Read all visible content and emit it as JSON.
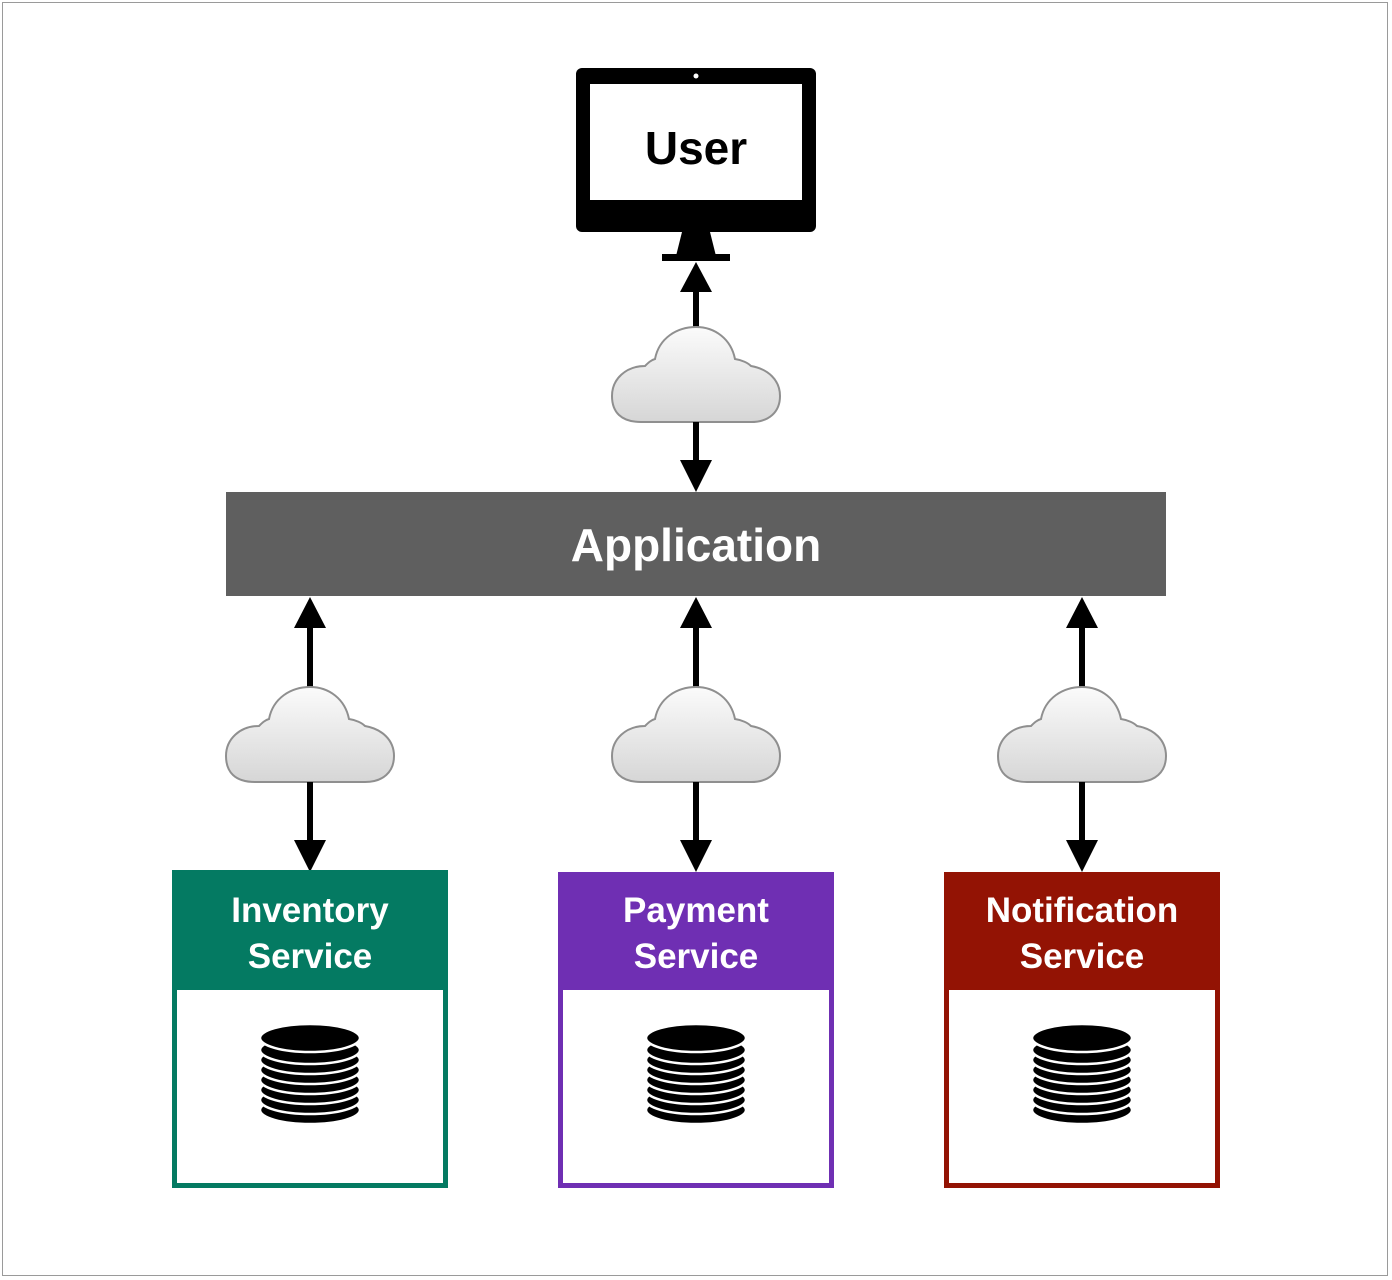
{
  "user": {
    "label": "User",
    "icon": "monitor-icon"
  },
  "application": {
    "label": "Application",
    "color": "#5f5f5f"
  },
  "network_icon": "cloud-icon",
  "services": [
    {
      "id": "inventory",
      "line1": "Inventory",
      "line2": "Service",
      "color": "#047a62",
      "icon": "database-icon"
    },
    {
      "id": "payment",
      "line1": "Payment",
      "line2": "Service",
      "color": "#6f2fb3",
      "icon": "database-icon"
    },
    {
      "id": "notification",
      "line1": "Notification",
      "line2": "Service",
      "color": "#931304",
      "icon": "database-icon"
    }
  ]
}
